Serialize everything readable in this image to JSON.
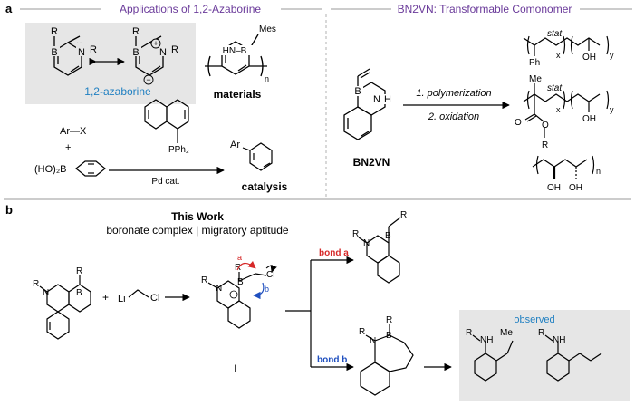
{
  "panel_a": {
    "label": "a",
    "header_left": "Applications of 1,2-Azaborine",
    "header_right": "BN2VN: Transformable Comonomer",
    "structures": {
      "azaborine_caption": "1,2-azaborine",
      "materials_caption": "materials",
      "catalysis_caption": "catalysis",
      "mes_label": "Mes",
      "hn_b_label": "HN–B",
      "n_subscript": "n",
      "ar_x": "Ar—X",
      "plus": "+",
      "boronic_acid": "(HO)₂B",
      "pph2": "PPh₂",
      "pd_cat": "Pd cat.",
      "ar": "Ar"
    },
    "bn2vn": {
      "name": "BN2VN",
      "step1": "1. polymerization",
      "step2": "2. oxidation",
      "stat": "stat",
      "x": "x",
      "y": "y",
      "n": "n",
      "ph": "Ph",
      "oh": "OH",
      "me": "Me",
      "o": "O",
      "r": "R"
    },
    "colors": {
      "header": "#6a3a9a",
      "caption_blue": "#1f7fc1",
      "shade": "#e6e6e6"
    }
  },
  "panel_b": {
    "label": "b",
    "title": "This Work",
    "subtitle": "boronate complex | migratory aptitude",
    "reagent_li": "Li",
    "reagent_cl": "Cl",
    "intermediate_label": "I",
    "arrow_a": "a",
    "arrow_b": "b",
    "bond_a": "bond a",
    "bond_b": "bond b",
    "observed": "observed",
    "atoms": {
      "r": "R",
      "n": "N",
      "b": "B",
      "nh": "NH",
      "me": "Me"
    },
    "colors": {
      "bond_a": "#d62828",
      "bond_b": "#1f4fbf",
      "observed": "#1f7fc1",
      "shade": "#e6e6e6"
    }
  }
}
